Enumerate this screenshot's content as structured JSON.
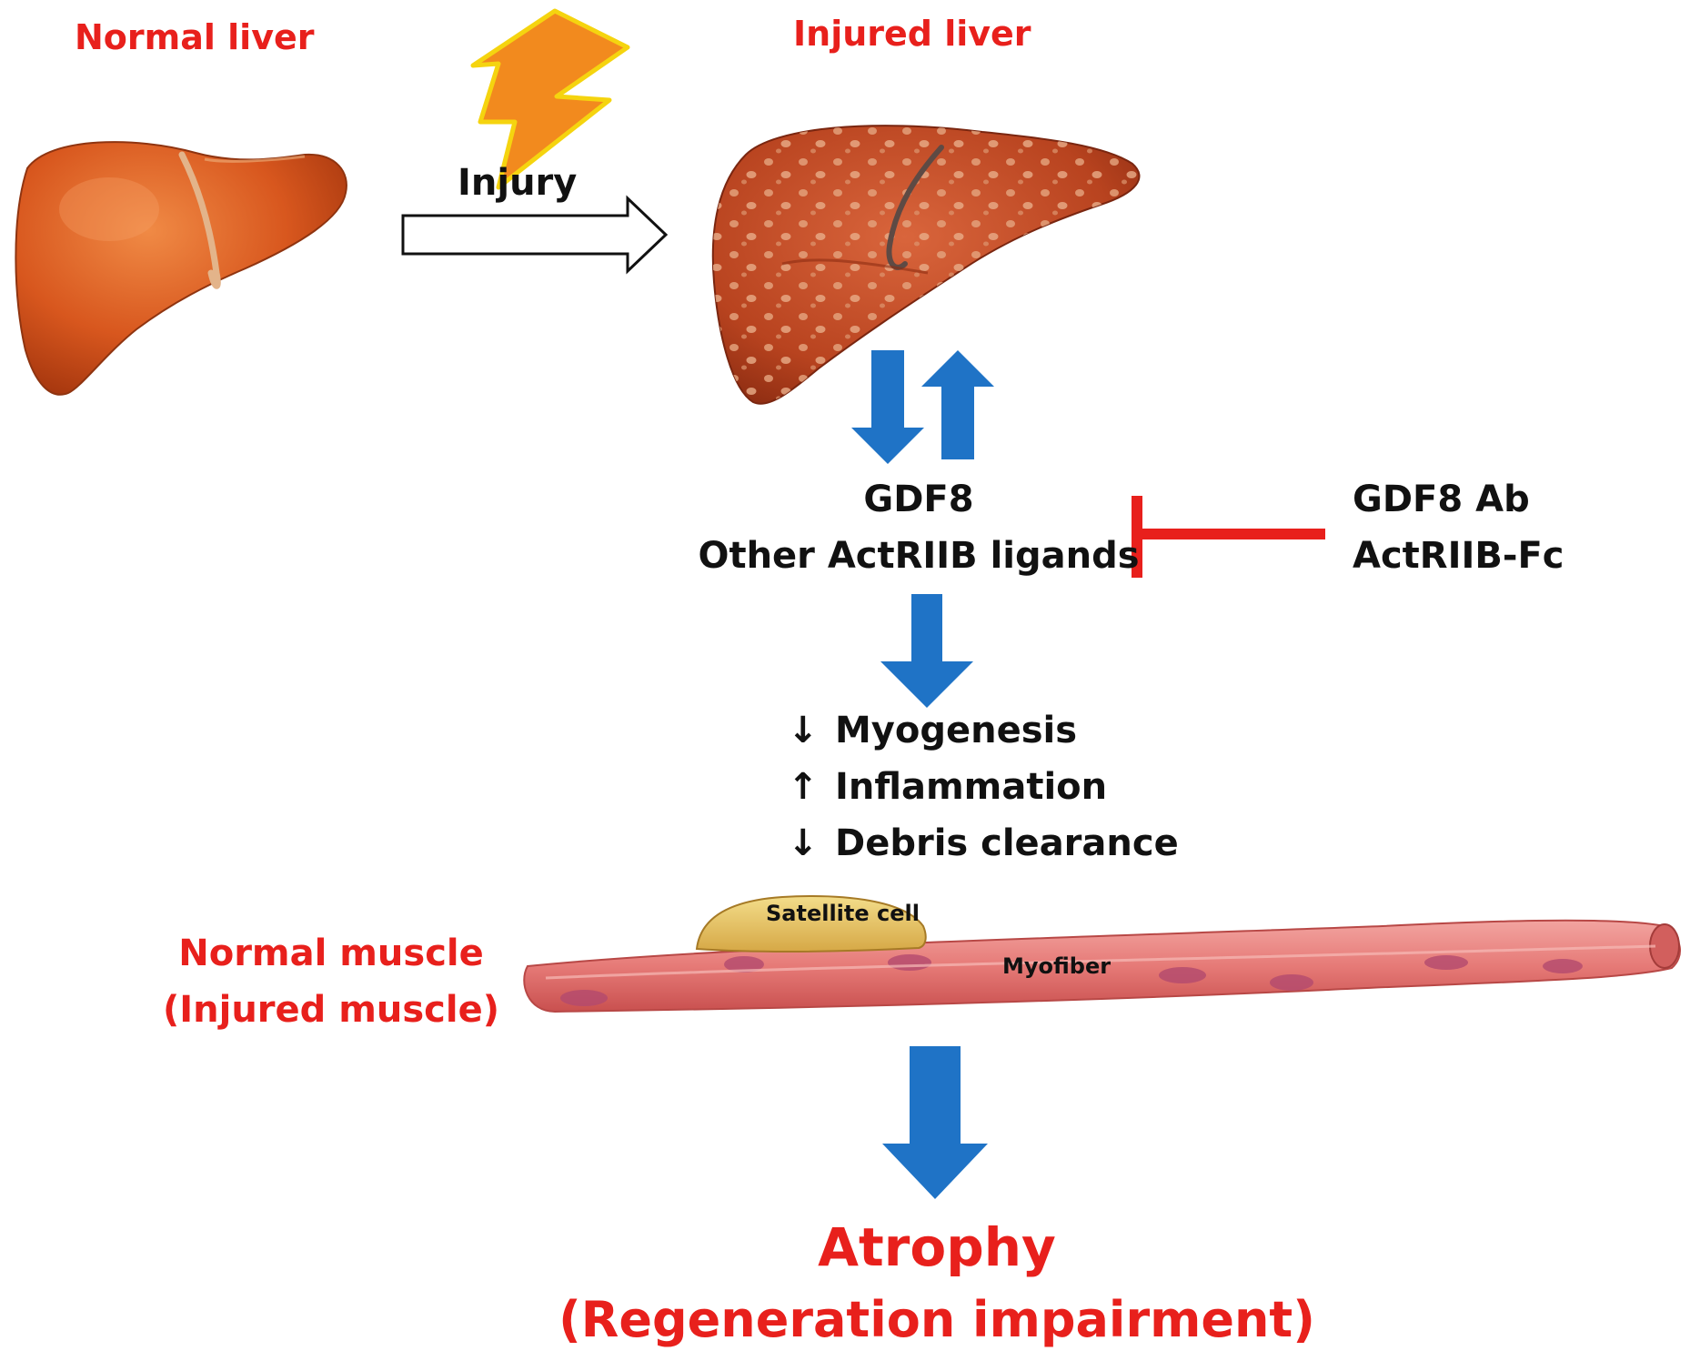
{
  "labels": {
    "normal_liver": "Normal liver",
    "injured_liver": "Injured liver",
    "injury": "Injury",
    "ligands": [
      "GDF8",
      "Other ActRIIB ligands"
    ],
    "inhibitors": [
      "GDF8 Ab",
      "ActRIIB-Fc"
    ],
    "effects": [
      {
        "arrow": "↓",
        "text": "Myogenesis"
      },
      {
        "arrow": "↑",
        "text": "Inflammation"
      },
      {
        "arrow": "↓",
        "text": "Debris clearance"
      }
    ],
    "satellite_cell": "Satellite cell",
    "myofiber": "Myofiber",
    "muscle": [
      "Normal muscle",
      "(Injured muscle)"
    ],
    "outcome": [
      "Atrophy",
      "(Regeneration impairment)"
    ]
  },
  "icons": {
    "injury": "lightning-bolt-icon",
    "injury_arrow": "hollow-right-arrow-icon",
    "flow_arrows": "blue-block-arrow-icon",
    "inhibition": "red-t-bar-icon"
  },
  "colors": {
    "title_red": "#e8201c",
    "flow_blue": "#1f73c6",
    "inhibit_red": "#e8201c",
    "liver": "#c9441d",
    "muscle": "#e07a78",
    "satellite": "#e6c36a"
  }
}
